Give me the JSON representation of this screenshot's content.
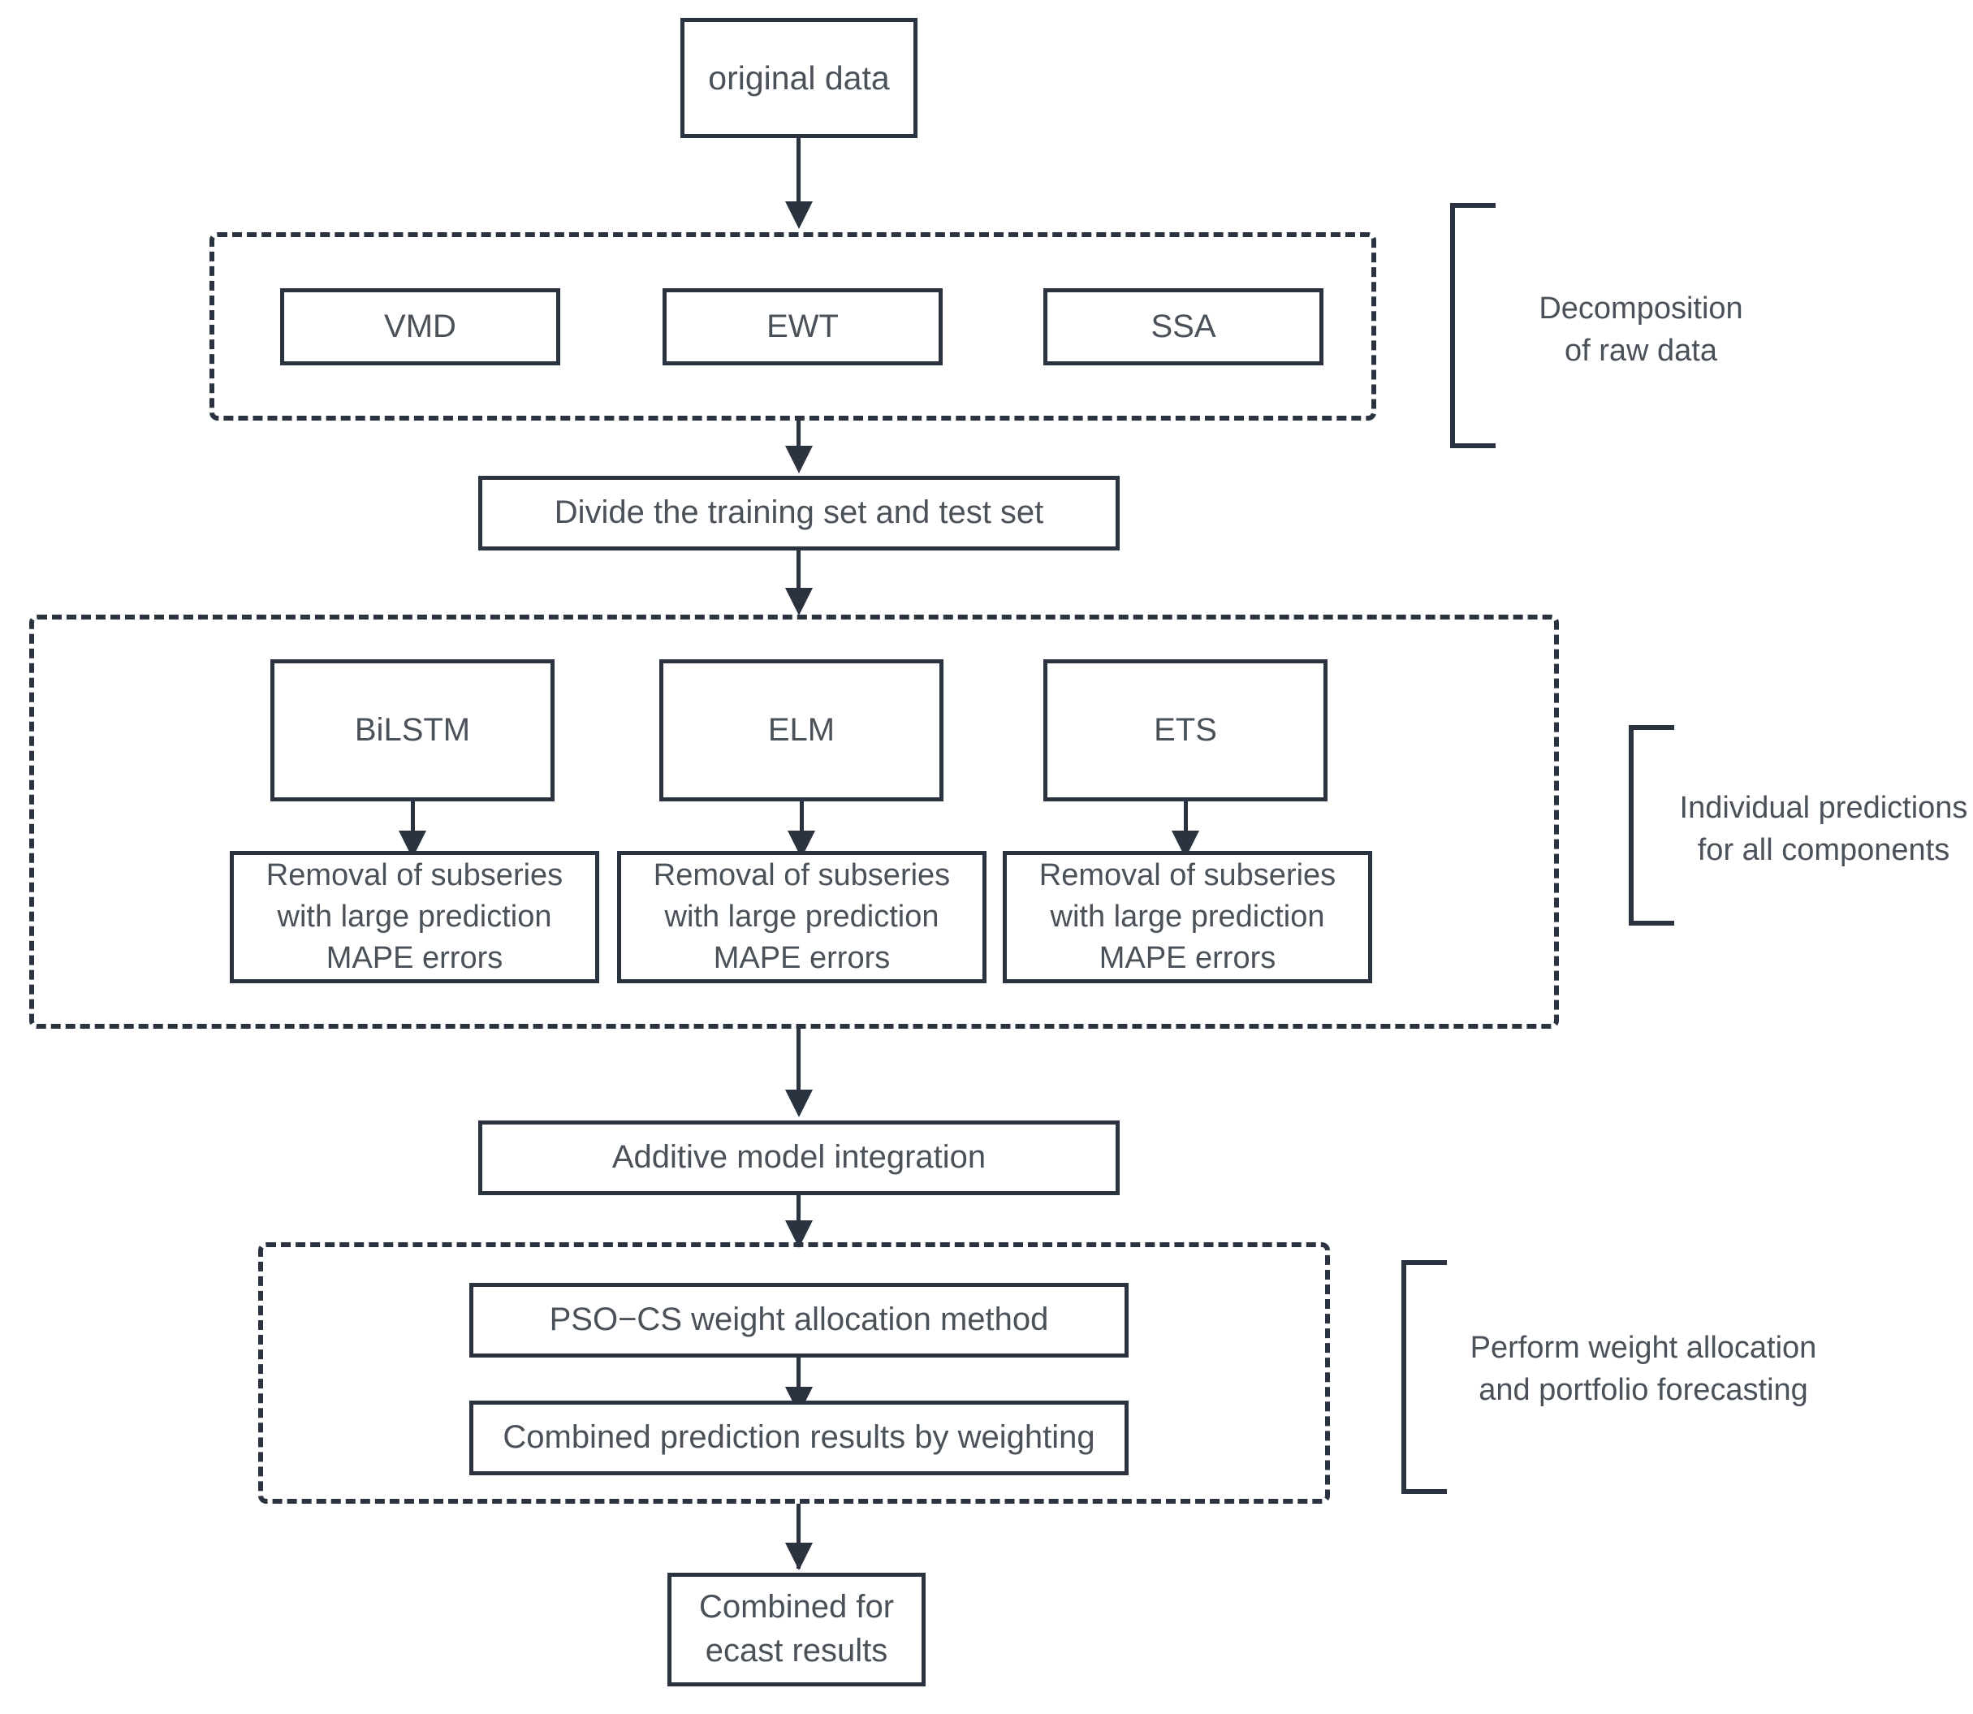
{
  "diagram": {
    "title": "Hybrid decomposition-prediction-combination forecasting framework",
    "colors": {
      "stroke": "#2b3340",
      "text": "#4b5159",
      "background": "#ffffff"
    }
  },
  "nodes": {
    "original_data": "original data",
    "vmd": "VMD",
    "ewt": "EWT",
    "ssa": "SSA",
    "divide": "Divide the training set and test set",
    "bilstm": "BiLSTM",
    "elm": "ELM",
    "ets": "ETS",
    "removal_1": "Removal of subseries\nwith large prediction\nMAPE errors",
    "removal_2": "Removal of subseries\nwith large prediction\nMAPE errors",
    "removal_3": "Removal of subseries\nwith large prediction\nMAPE errors",
    "additive": "Additive model integration",
    "pso_cs": "PSO−CS weight allocation method",
    "combined_weighting": "Combined prediction results by weighting",
    "final_result": "Combined for\necast results"
  },
  "brackets": {
    "decomposition": "Decomposition\nof raw data",
    "individual": "Individual predictions\nfor all components",
    "weighting": "Perform weight allocation\nand portfolio forecasting"
  },
  "groups": {
    "decomposition_group": "Decomposition stage group",
    "prediction_group": "Individual prediction stage group",
    "weighting_group": "Weight allocation stage group"
  }
}
